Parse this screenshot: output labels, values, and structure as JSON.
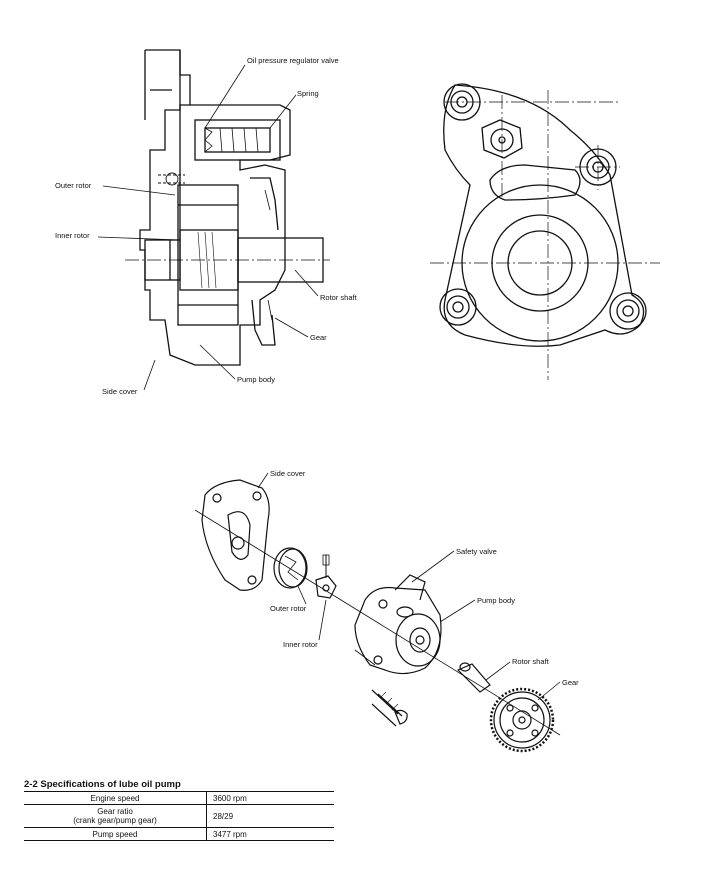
{
  "top_section": {
    "labels": {
      "regulator_valve": "Oil pressure regulator valve",
      "spring": "Spring",
      "outer_rotor": "Outer rotor",
      "inner_rotor": "Inner rotor",
      "rotor_shaft": "Rotor shaft",
      "gear": "Gear",
      "pump_body": "Pump body",
      "side_cover": "Side cover"
    }
  },
  "exploded_view": {
    "labels": {
      "side_cover": "Side cover",
      "safety_valve": "Safety valve",
      "pump_body": "Pump body",
      "outer_rotor": "Outer rotor",
      "inner_rotor": "Inner rotor",
      "rotor_shaft": "Rotor shaft",
      "gear": "Gear"
    }
  },
  "specs": {
    "title": "2-2 Specifications of lube oil pump",
    "rows": [
      {
        "item": "Engine speed",
        "value": "3600 rpm"
      },
      {
        "item_line1": "Gear ratio",
        "item_line2": "(crank gear/pump gear)",
        "value": "28/29"
      },
      {
        "item": "Pump speed",
        "value": "3477 rpm"
      }
    ]
  }
}
